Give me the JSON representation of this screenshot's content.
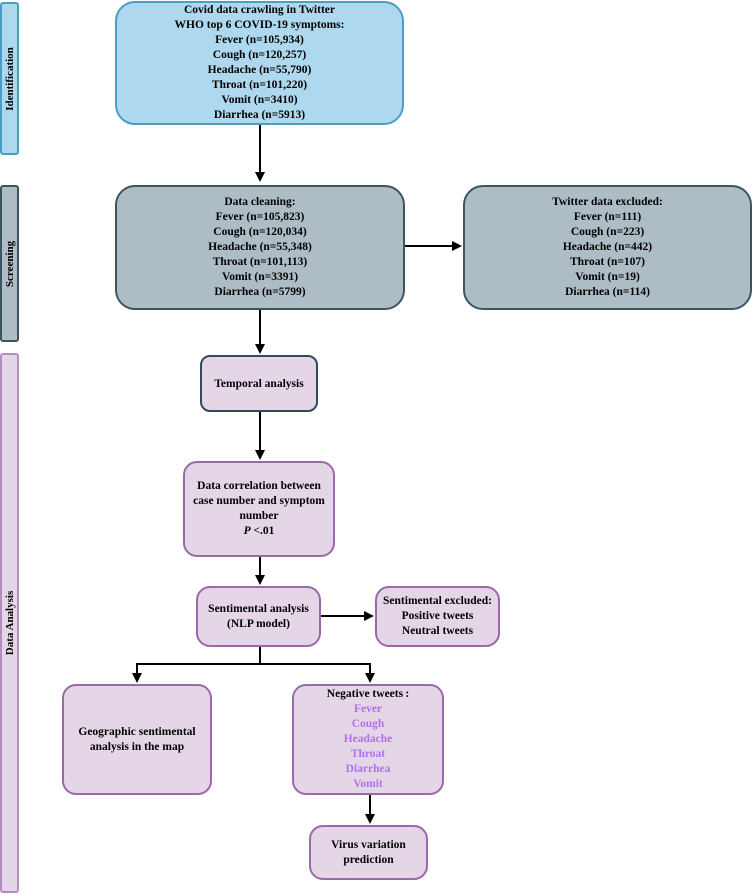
{
  "sidebar": {
    "identification": "Identification",
    "screening": "Screening",
    "data_analysis": "Data Analysis"
  },
  "identification_box": {
    "lines": [
      "Covid data crawling in Twitter",
      "WHO top 6 COVID-19 symptoms:",
      "Fever (n=105,934)",
      "Cough (n=120,257)",
      "Headache (n=55,790)",
      "Throat (n=101,220)",
      "Vomit (n=3410)",
      "Diarrhea (n=5913)"
    ]
  },
  "cleaning_box": {
    "lines": [
      "Data cleaning:",
      "Fever (n=105,823)",
      "Cough (n=120,034)",
      "Headache (n=55,348)",
      "Throat (n=101,113)",
      "Vomit (n=3391)",
      "Diarrhea (n=5799)"
    ]
  },
  "excluded_box": {
    "lines": [
      "Twitter data excluded:",
      "Fever (n=111)",
      "Cough (n=223)",
      "Headache (n=442)",
      "Throat (n=107)",
      "Vomit (n=19)",
      "Diarrhea (n=114)"
    ]
  },
  "temporal_box": {
    "label": "Temporal analysis"
  },
  "correlation_box": {
    "lines": [
      "Data correlation between",
      "case number and symptom",
      "number"
    ],
    "p_label": "P",
    "p_value": " <.01"
  },
  "sentiment_box": {
    "lines": [
      "Sentimental  analysis",
      "(NLP model)"
    ]
  },
  "sentiment_excluded_box": {
    "lines": [
      "Sentimental excluded:",
      "Positive tweets",
      "Neutral tweets"
    ]
  },
  "geo_box": {
    "lines": [
      "Geographic sentimental",
      "analysis in the map"
    ]
  },
  "negative_box": {
    "title": "Negative tweets :",
    "items": [
      "Fever",
      "Cough",
      "Headache",
      "Throat",
      "Diarrhea",
      "Vomit"
    ]
  },
  "virus_box": {
    "lines": [
      "Virus variation",
      "prediction"
    ]
  },
  "colors": {
    "identification_fill": "#add8ee",
    "screening_fill": "#aebdc5",
    "analysis_fill": "#e4d6e7",
    "accent_text": "#b070e8"
  }
}
